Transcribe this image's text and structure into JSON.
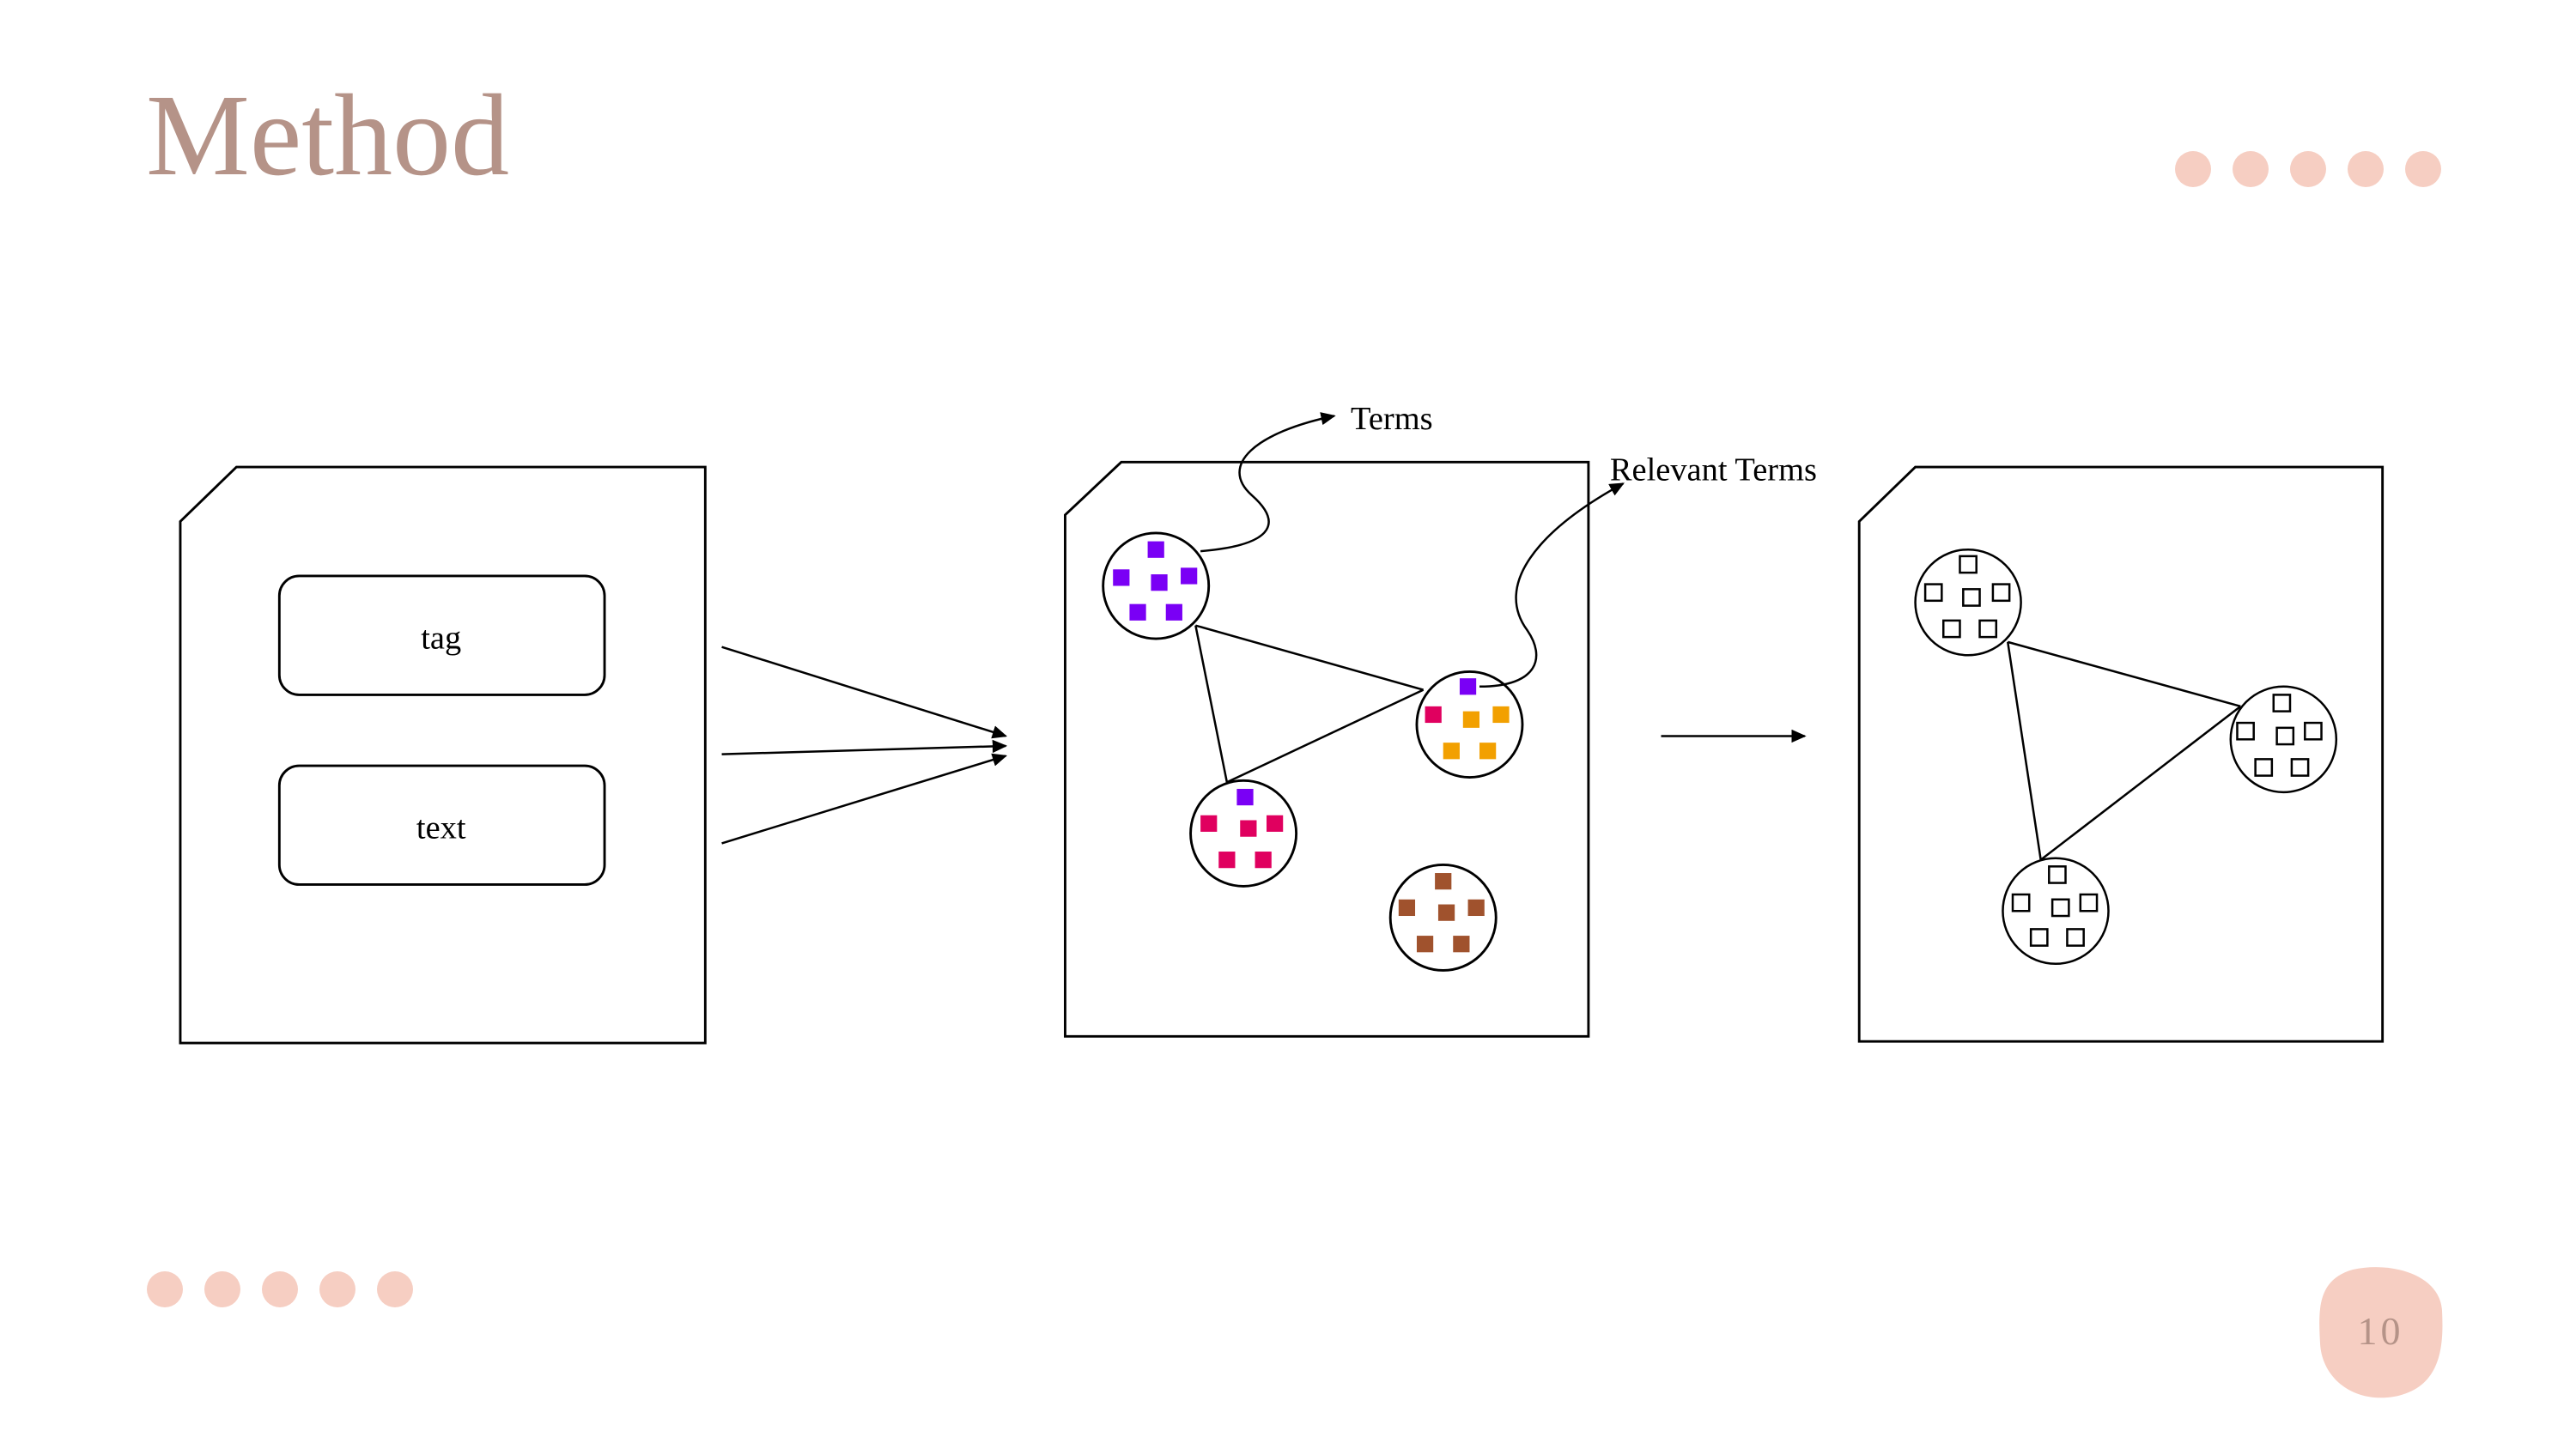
{
  "slide": {
    "title": "Method",
    "page_number": "10"
  },
  "diagram": {
    "input_doc": {
      "fields": [
        "tag",
        "text"
      ]
    },
    "annotations": {
      "terms": "Terms",
      "relevant_terms": "Relevant Terms"
    },
    "colors": {
      "accent": "#b59388",
      "dot": "#f6cec2",
      "purple": "#7a00f5",
      "magenta": "#e0005f",
      "orange": "#f2a000",
      "brown": "#a0522d"
    }
  }
}
